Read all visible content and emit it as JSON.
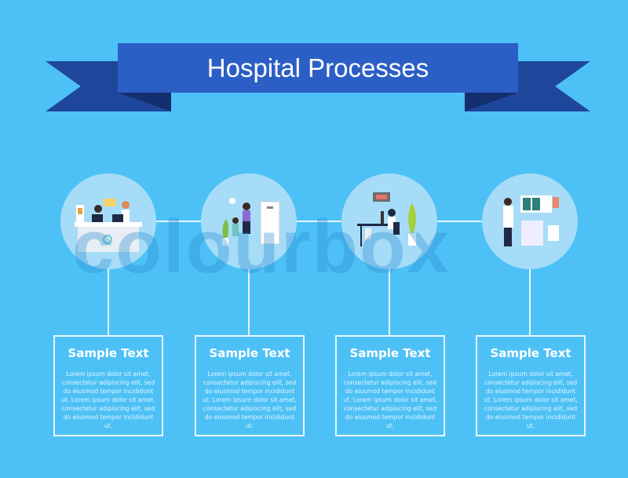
{
  "title": "Hospital Processes",
  "steps": [
    {
      "icon": "reception-desk",
      "heading": "Sample Text",
      "body": "Lorem ipsum dolor sit amet, consectetur adipiscing elit, sed do eiusmod tempor incididunt ut. Lorem ipsum dolor sit amet, consectetur adipiscing elit, sed do eiusmod tempor incididunt ut."
    },
    {
      "icon": "doctor-office-door",
      "heading": "Sample Text",
      "body": "Lorem ipsum dolor sit amet, consectetur adipiscing elit, sed do eiusmod tempor incididunt ut. Lorem ipsum dolor sit amet, consectetur adipiscing elit, sed do eiusmod tempor incididunt ut."
    },
    {
      "icon": "laboratory-microscope",
      "heading": "Sample Text",
      "body": "Lorem ipsum dolor sit amet, consectetur adipiscing elit, sed do eiusmod tempor incididunt ut. Lorem ipsum dolor sit amet, consectetur adipiscing elit, sed do eiusmod tempor incididunt ut."
    },
    {
      "icon": "doctor-xray",
      "heading": "Sample Text",
      "body": "Lorem ipsum dolor sit amet, consectetur adipiscing elit, sed do eiusmod tempor incididunt ut. Lorem ipsum dolor sit amet, consectetur adipiscing elit, sed do eiusmod tempor incididunt ut."
    }
  ],
  "watermark": "colourbox",
  "colors": {
    "background": "#4dc1f6",
    "banner": "#2b5fc6",
    "ribbon": "#1e479c"
  }
}
